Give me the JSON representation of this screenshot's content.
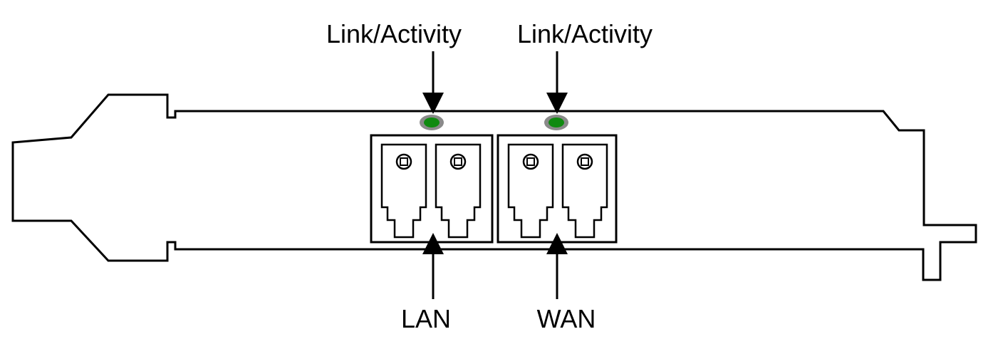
{
  "labels": {
    "top_left": "Link/Activity",
    "top_right": "Link/Activity",
    "bottom_left": "LAN",
    "bottom_right": "WAN"
  },
  "colors": {
    "led_fill": "#0f8a10",
    "led_ring": "#8a8a8a",
    "line": "#000000",
    "background": "#ffffff"
  },
  "ports": [
    {
      "group": "LAN",
      "count": 2
    },
    {
      "group": "WAN",
      "count": 2
    }
  ]
}
